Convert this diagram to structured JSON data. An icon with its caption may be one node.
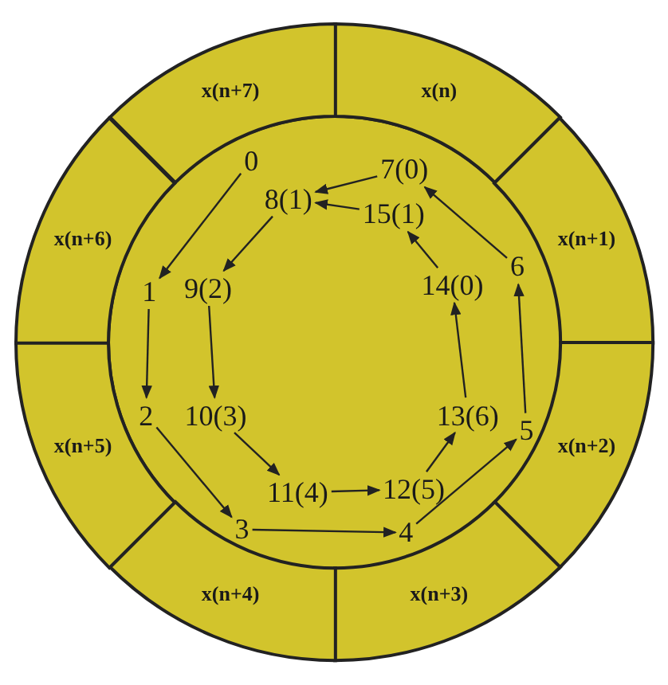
{
  "diagram": {
    "nodes": [
      {
        "text": [
          "x(n)"
        ]
      },
      {
        "text": [
          "x(n+1)"
        ]
      },
      {
        "text": [
          "x(n+2)"
        ]
      },
      {
        "text": [
          "x(n+3)"
        ]
      },
      {
        "text": [
          "x(n+4)"
        ]
      },
      {
        "text": [
          "x(n+5)"
        ]
      },
      {
        "text": [
          "x(n+6)"
        ]
      },
      {
        "text": [
          "x(n+7)"
        ]
      },
      {
        "text": [
          "0"
        ]
      },
      {
        "text": [
          "1"
        ]
      },
      {
        "text": [
          "2"
        ]
      },
      {
        "text": [
          "3"
        ]
      },
      {
        "text": [
          "4"
        ]
      },
      {
        "text": [
          "5"
        ]
      },
      {
        "text": [
          "6"
        ]
      },
      {
        "text": [
          "7(0)"
        ]
      },
      {
        "text": [
          "8(1)"
        ]
      },
      {
        "text": [
          "9(2)"
        ]
      },
      {
        "text": [
          "10(3)"
        ]
      },
      {
        "text": [
          "11(4)"
        ]
      },
      {
        "text": [
          "12(5)"
        ]
      },
      {
        "text": [
          "13(6)"
        ]
      },
      {
        "text": [
          "14(0)"
        ]
      },
      {
        "text": [
          "15(1)"
        ]
      }
    ],
    "edges": [
      {
        "from": 8,
        "to": 9,
        "arrow": "to"
      },
      {
        "from": 9,
        "to": 10,
        "arrow": "to"
      },
      {
        "from": 10,
        "to": 11,
        "arrow": "to"
      },
      {
        "from": 11,
        "to": 12,
        "arrow": "to"
      },
      {
        "from": 12,
        "to": 13,
        "arrow": "to"
      },
      {
        "from": 13,
        "to": 14,
        "arrow": "to"
      },
      {
        "from": 14,
        "to": 15,
        "arrow": "to"
      },
      {
        "from": 15,
        "to": 16,
        "arrow": "to"
      },
      {
        "from": 16,
        "to": 17,
        "arrow": "to"
      },
      {
        "from": 17,
        "to": 18,
        "arrow": "to"
      },
      {
        "from": 18,
        "to": 19,
        "arrow": "to"
      },
      {
        "from": 19,
        "to": 20,
        "arrow": "to"
      },
      {
        "from": 20,
        "to": 21,
        "arrow": "to"
      },
      {
        "from": 21,
        "to": 22,
        "arrow": "to"
      },
      {
        "from": 22,
        "to": 23,
        "arrow": "to"
      },
      {
        "from": 23,
        "to": 16,
        "arrow": "to"
      }
    ]
  }
}
